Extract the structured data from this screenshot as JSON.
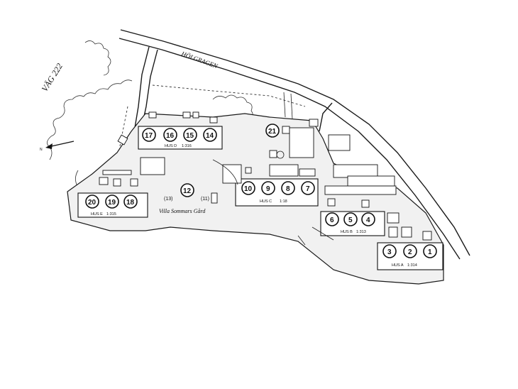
{
  "labels": {
    "road_main": "HÖLGRAGEN",
    "road_side": "VÄG 222",
    "north": "N",
    "garden": "Villa Sommars Gård"
  },
  "houses": [
    {
      "key": "a",
      "label": "HUS A",
      "scale": "1:314"
    },
    {
      "key": "b",
      "label": "HUS B",
      "scale": "1:313"
    },
    {
      "key": "c",
      "label": "HUS C",
      "scale": "1:18"
    },
    {
      "key": "d",
      "label": "HUS D",
      "scale": "1:316"
    },
    {
      "key": "e",
      "label": "HUS E",
      "scale": "1:315"
    }
  ],
  "units": [
    "1",
    "2",
    "3",
    "4",
    "5",
    "6",
    "7",
    "8",
    "9",
    "10",
    "11",
    "12",
    "13",
    "14",
    "15",
    "16",
    "17",
    "18",
    "19",
    "20",
    "21"
  ],
  "extra": {
    "unit_12": "12",
    "unit_13": "(13)",
    "unit_11": "(11)"
  }
}
